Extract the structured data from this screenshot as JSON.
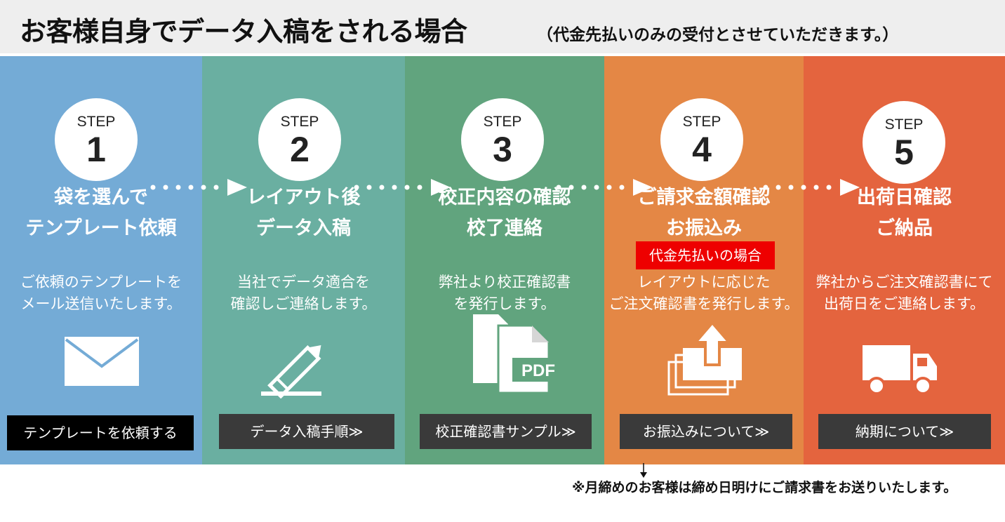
{
  "header": {
    "title": "お客様自身でデータ入稿をされる場合",
    "subtitle": "（代金先払いのみの受付とさせていただきます。）"
  },
  "colors": {
    "step1": "#74abd6",
    "step2": "#6aafa1",
    "step3": "#61a47e",
    "step4": "#e48745",
    "step5": "#e4643e",
    "tag_red": "#ee0000",
    "button": "#3a3a3a"
  },
  "steps": [
    {
      "label": "STEP",
      "number": "1",
      "title_lines": [
        "袋を選んで",
        "テンプレート依頼"
      ],
      "desc_lines": [
        "ご依頼のテンプレートを",
        "メール送信いたします。"
      ],
      "icon": "envelope-icon",
      "button": "テンプレートを依頼する"
    },
    {
      "label": "STEP",
      "number": "2",
      "title_lines": [
        "レイアウト後",
        "データ入稿"
      ],
      "desc_lines": [
        "当社でデータ適合を",
        "確認しご連絡します。"
      ],
      "icon": "pencil-icon",
      "button": "データ入稿手順≫"
    },
    {
      "label": "STEP",
      "number": "3",
      "title_lines": [
        "校正内容の確認",
        "校了連絡"
      ],
      "desc_lines": [
        "弊社より校正確認書",
        "を発行します。"
      ],
      "icon": "pdf-document-icon",
      "icon_text": "PDF",
      "button": "校正確認書サンプル≫"
    },
    {
      "label": "STEP",
      "number": "4",
      "title_lines": [
        "ご請求金額確認",
        "お振込み"
      ],
      "tag": "代金先払いの場合",
      "desc_lines": [
        "レイアウトに応じた",
        "ご注文確認書を発行します。"
      ],
      "icon": "upload-box-icon",
      "button": "お振込みについて≫"
    },
    {
      "label": "STEP",
      "number": "5",
      "title_lines": [
        "出荷日確認",
        "ご納品"
      ],
      "desc_lines": [
        "弊社からご注文確認書にて",
        "出荷日をご連絡します。"
      ],
      "icon": "truck-icon",
      "button": "納期について≫"
    }
  ],
  "footnote": "※月締めのお客様は締め日明けにご請求書をお送りいたします。"
}
